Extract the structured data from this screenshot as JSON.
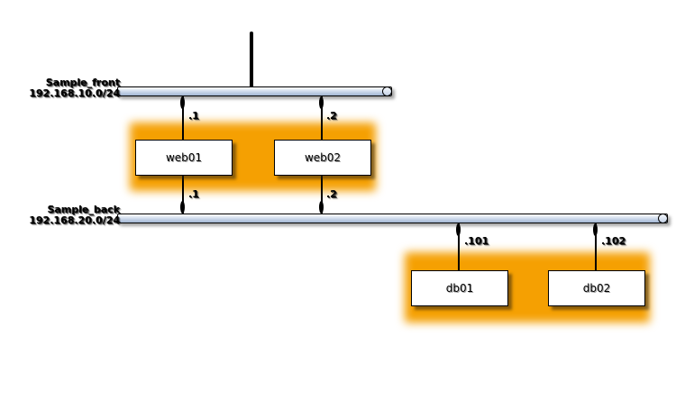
{
  "diagram": {
    "type": "network-diagram",
    "networks": [
      {
        "name": "Sample_front",
        "address": "192.168.10.0/24"
      },
      {
        "name": "Sample_back",
        "address": "192.168.20.0/24"
      }
    ],
    "nodes": [
      {
        "label": "web01"
      },
      {
        "label": "web02"
      },
      {
        "label": "db01"
      },
      {
        "label": "db02"
      }
    ],
    "connections": [
      {
        "node": "web01",
        "network": "Sample_front",
        "port": ".1"
      },
      {
        "node": "web02",
        "network": "Sample_front",
        "port": ".2"
      },
      {
        "node": "web01",
        "network": "Sample_back",
        "port": ".1"
      },
      {
        "node": "web02",
        "network": "Sample_back",
        "port": ".2"
      },
      {
        "node": "db01",
        "network": "Sample_back",
        "port": ".101"
      },
      {
        "node": "db02",
        "network": "Sample_back",
        "port": ".102"
      }
    ],
    "groups": [
      {
        "members": [
          "web01",
          "web02"
        ],
        "color": "#F5A002"
      },
      {
        "members": [
          "db01",
          "db02"
        ],
        "color": "#F5A002"
      }
    ],
    "colors": {
      "group_fill": "#F5A002",
      "network_bar_fill": "#BCCBE2",
      "line": "#000000",
      "background": "#FFFFFF"
    }
  }
}
